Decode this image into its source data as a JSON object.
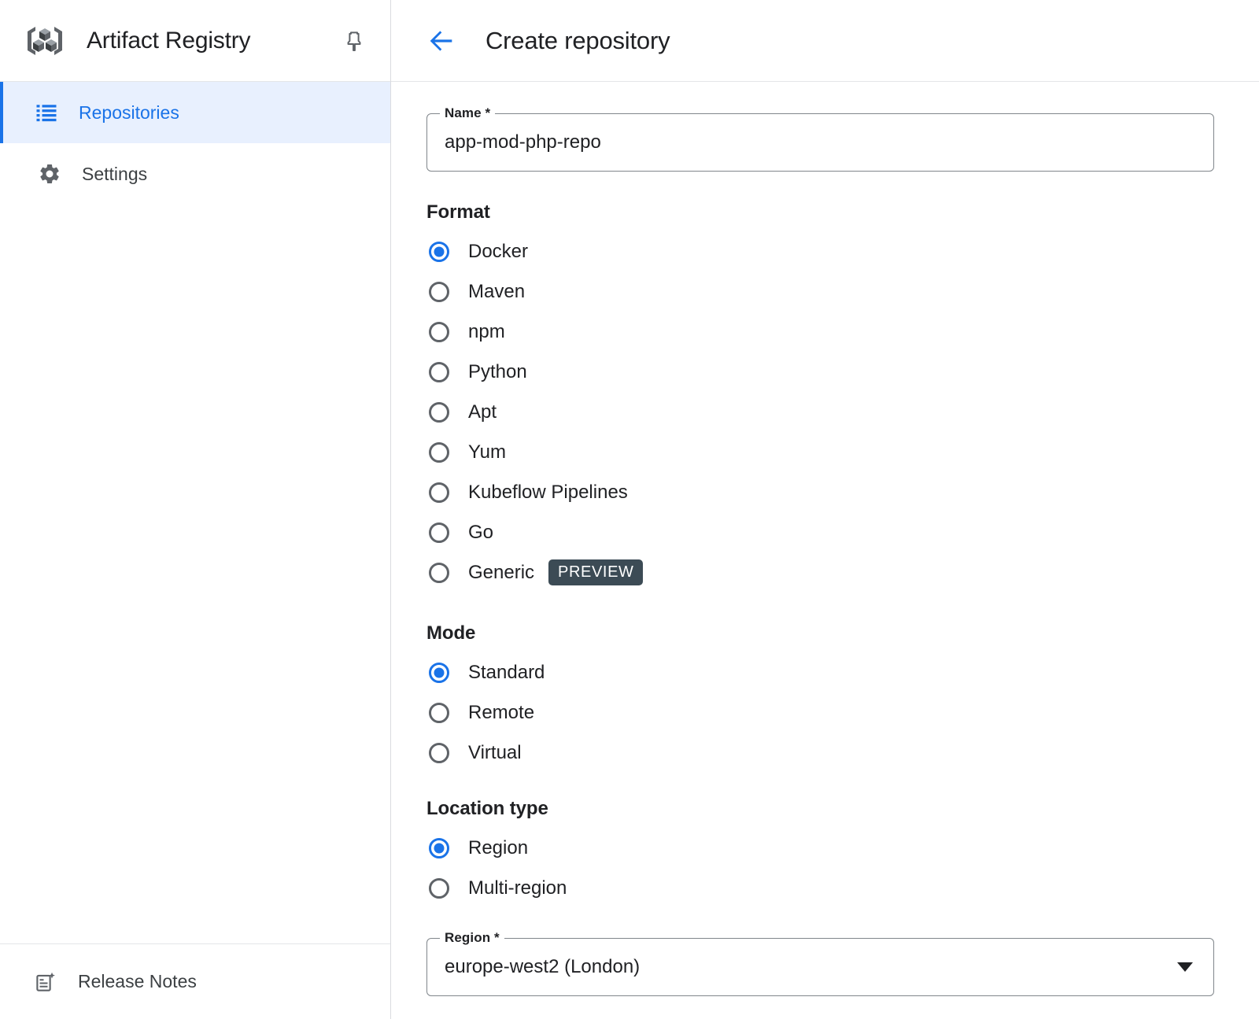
{
  "sidebar": {
    "app_title": "Artifact Registry",
    "logo_icon": "artifact-registry-logo",
    "pin_icon": "pin-icon",
    "items": [
      {
        "label": "Repositories",
        "icon": "list-icon",
        "active": true
      },
      {
        "label": "Settings",
        "icon": "gear-icon",
        "active": false
      }
    ],
    "footer": {
      "label": "Release Notes",
      "icon": "release-notes-icon"
    }
  },
  "header": {
    "back_icon": "arrow-left-icon",
    "title": "Create repository"
  },
  "form": {
    "name_field": {
      "label": "Name *",
      "value": "app-mod-php-repo",
      "placeholder": ""
    },
    "format": {
      "title": "Format",
      "selected": "Docker",
      "options": [
        {
          "label": "Docker",
          "checked": true
        },
        {
          "label": "Maven",
          "checked": false
        },
        {
          "label": "npm",
          "checked": false
        },
        {
          "label": "Python",
          "checked": false
        },
        {
          "label": "Apt",
          "checked": false
        },
        {
          "label": "Yum",
          "checked": false
        },
        {
          "label": "Kubeflow Pipelines",
          "checked": false
        },
        {
          "label": "Go",
          "checked": false
        },
        {
          "label": "Generic",
          "checked": false,
          "badge": "PREVIEW"
        }
      ]
    },
    "mode": {
      "title": "Mode",
      "selected": "Standard",
      "options": [
        {
          "label": "Standard",
          "checked": true
        },
        {
          "label": "Remote",
          "checked": false
        },
        {
          "label": "Virtual",
          "checked": false
        }
      ]
    },
    "location_type": {
      "title": "Location type",
      "selected": "Region",
      "options": [
        {
          "label": "Region",
          "checked": true
        },
        {
          "label": "Multi-region",
          "checked": false
        }
      ]
    },
    "region_field": {
      "label": "Region *",
      "value": "europe-west2 (London)",
      "caret_icon": "chevron-down-icon"
    }
  },
  "colors": {
    "accent_blue": "#1a73e8",
    "active_bg": "#e8f0fe",
    "badge_bg": "#3c4b55",
    "border": "#dadce0",
    "field_border": "#80868b",
    "text": "#202124",
    "icon_gray": "#5f6368"
  }
}
